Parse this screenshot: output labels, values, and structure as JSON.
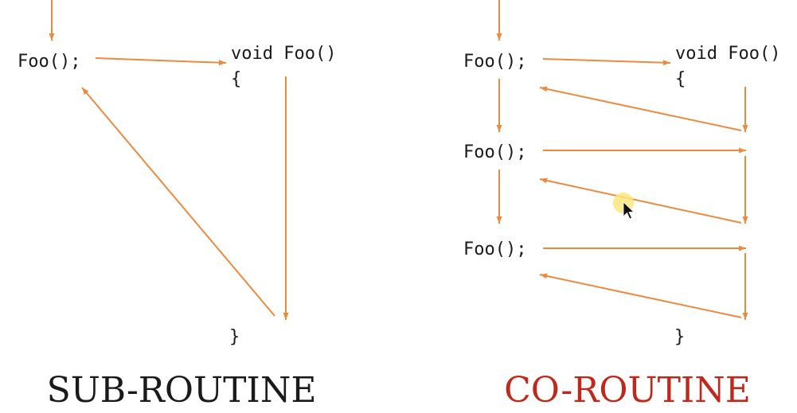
{
  "colors": {
    "arrow": "#ec8a3e",
    "code_text": "#1a1a1a",
    "subroutine_title": "#1a1a1a",
    "coroutine_title": "#c0281c",
    "cursor_highlight": "#fde67c"
  },
  "subroutine": {
    "call_label": "Foo();",
    "function_signature": "void Foo()",
    "open_brace": "{",
    "close_brace": "}",
    "title": "SUB-ROUTINE"
  },
  "coroutine": {
    "call_labels": [
      "Foo();",
      "Foo();",
      "Foo();"
    ],
    "function_signature": "void Foo()",
    "open_brace": "{",
    "close_brace": "}",
    "title": "CO-ROUTINE"
  },
  "cursor": {
    "icon": "mouse-pointer-icon"
  }
}
